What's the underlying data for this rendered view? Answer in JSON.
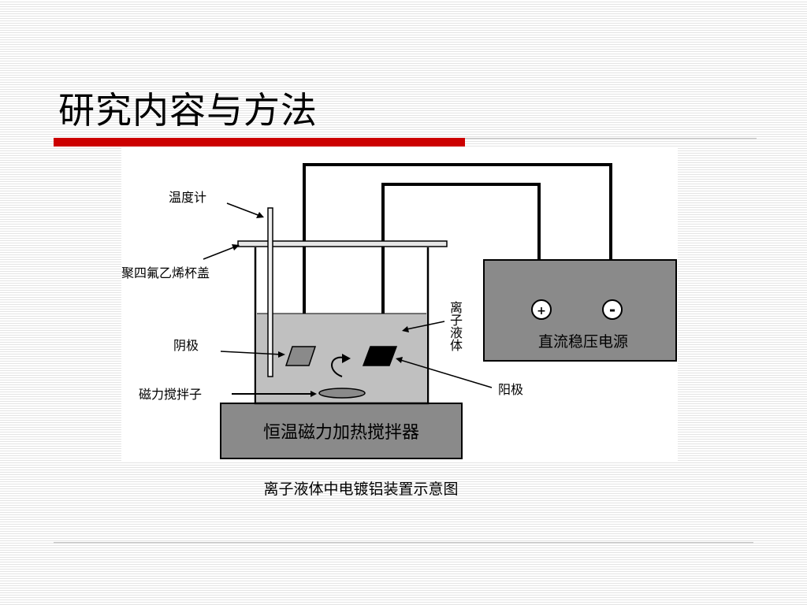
{
  "slide": {
    "title": "研究内容与方法",
    "caption": "离子液体中电镀铝装置示意图"
  },
  "diagram": {
    "labels": {
      "thermometer": "温度计",
      "lid": "聚四氟乙烯杯盖",
      "cathode": "阴极",
      "stir_bar": "磁力搅拌子",
      "ionic_liquid": [
        "离",
        "子",
        "液",
        "体"
      ],
      "anode": "阳极",
      "power_supply": "直流稳压电源",
      "plus": "+",
      "minus": "-",
      "stirrer": "恒温磁力加热搅拌器"
    }
  },
  "colors": {
    "title_rule_red": "#cc0000",
    "rule_gray": "#c8c8c8",
    "equipment_gray": "#8a8a8a",
    "liquid_gray": "#c0c0c0"
  }
}
